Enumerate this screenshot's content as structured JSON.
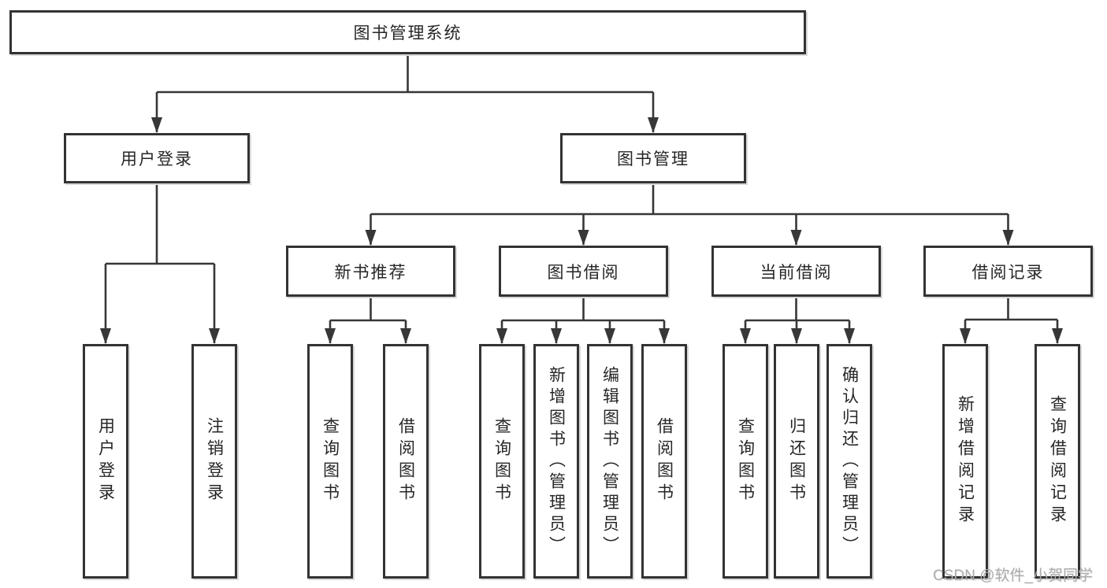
{
  "diagram": {
    "title": "图书管理系统",
    "hierarchy": {
      "label": "图书管理系统",
      "children": [
        {
          "label": "用户登录",
          "children": [
            {
              "label": "用户登录"
            },
            {
              "label": "注销登录"
            }
          ]
        },
        {
          "label": "图书管理",
          "children": [
            {
              "label": "新书推荐",
              "children": [
                {
                  "label": "查询图书"
                },
                {
                  "label": "借阅图书"
                }
              ]
            },
            {
              "label": "图书借阅",
              "children": [
                {
                  "label": "查询图书"
                },
                {
                  "label": "新增图书（管理员）"
                },
                {
                  "label": "编辑图书（管理员）"
                },
                {
                  "label": "借阅图书"
                }
              ]
            },
            {
              "label": "当前借阅",
              "children": [
                {
                  "label": "查询图书"
                },
                {
                  "label": "归还图书"
                },
                {
                  "label": "确认归还（管理员）"
                }
              ]
            },
            {
              "label": "借阅记录",
              "children": [
                {
                  "label": "新增借阅记录"
                },
                {
                  "label": "查询借阅记录"
                }
              ]
            }
          ]
        }
      ]
    }
  },
  "watermark": {
    "text": "CSDN @软件_小贺同学"
  },
  "colors": {
    "line": "#373737",
    "border": "#333333",
    "text": "#262626",
    "watermark": "#ababab",
    "background": "#ffffff"
  }
}
